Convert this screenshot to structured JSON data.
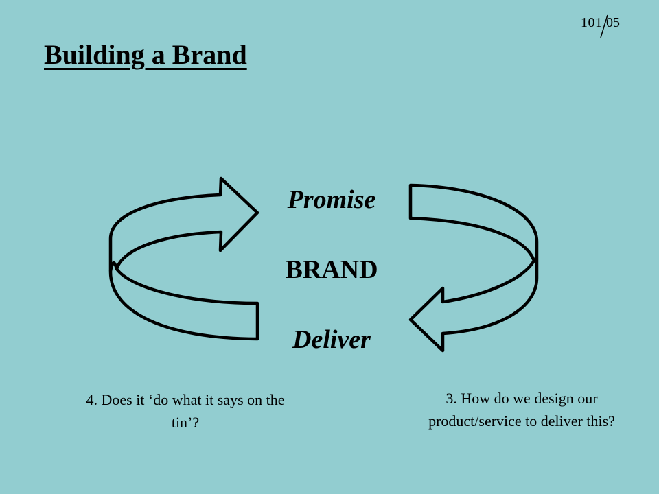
{
  "slide": {
    "title": "Building a Brand",
    "course_number": "101",
    "slide_number": "05"
  },
  "diagram": {
    "top_label": "Promise",
    "center_label": "BRAND",
    "bottom_label": "Deliver"
  },
  "questions": {
    "q4": "4. Does it ‘do what it says on the tin’?",
    "q3": "3. How do we design our product/service to deliver this?"
  },
  "colors": {
    "background": "#92cdd0",
    "arrow_fill": "#92cdd0",
    "arrow_stroke": "#000000"
  }
}
